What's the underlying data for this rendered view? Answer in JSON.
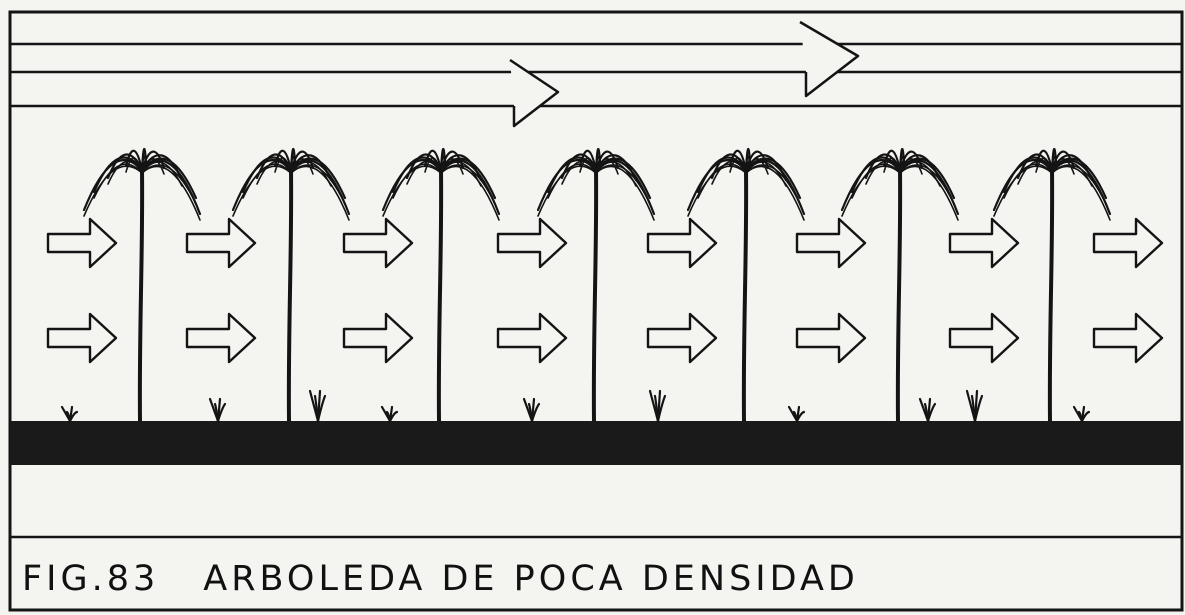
{
  "caption": {
    "figure_number": "FIG.83",
    "title": "ARBOLEDA DE POCA DENSIDAD"
  },
  "colors": {
    "ink": "#141414",
    "paper": "#f4f4f1",
    "ground": "#1a1a1a"
  },
  "diagram": {
    "palm_count": 7,
    "arrow_columns": 8,
    "arrow_rows": 2,
    "upper_wind_arrows": 2
  }
}
